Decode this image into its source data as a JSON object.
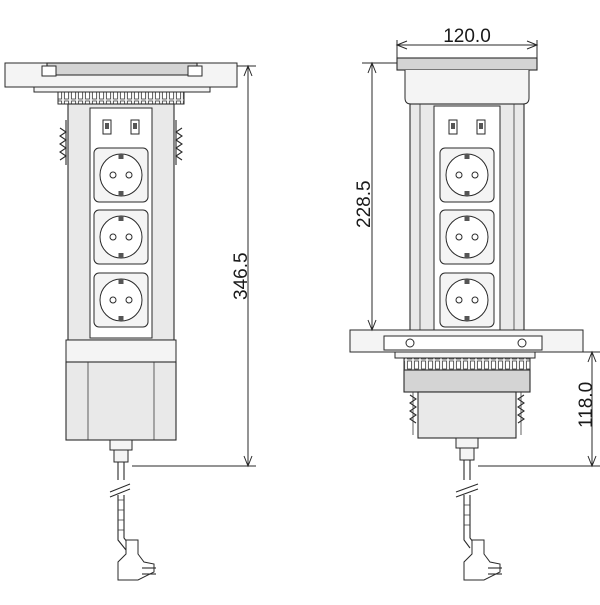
{
  "dimensions": {
    "height_total": "346.5",
    "width_top": "120.0",
    "height_extended": "228.5",
    "height_base": "118.0"
  },
  "views": {
    "side_view": {
      "sockets": 3,
      "usb_ports": 2
    },
    "front_view": {
      "sockets": 3,
      "usb_ports": 2
    }
  }
}
